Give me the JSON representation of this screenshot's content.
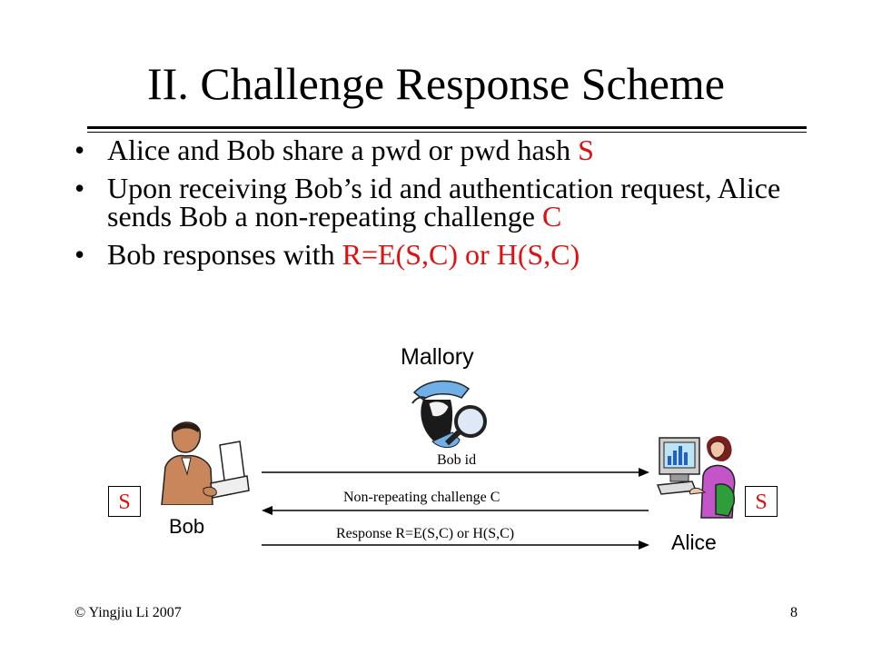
{
  "slide": {
    "title": "II. Challenge Response Scheme",
    "bullet_symbol": "•",
    "bullets": [
      {
        "plain": "Alice and Bob share a pwd or pwd hash ",
        "highlight": "S"
      },
      {
        "plain": "Upon receiving Bob’s id and authentication request, Alice sends Bob a non-repeating challenge ",
        "highlight": "C"
      },
      {
        "plain": "Bob responses with ",
        "highlight": "R=E(S,C) or H(S,C)"
      }
    ]
  },
  "diagram": {
    "mallory_label": "Mallory",
    "bob_label": "Bob",
    "alice_label": "Alice",
    "bob_secret": "S",
    "alice_secret": "S",
    "messages": {
      "bob_id": "Bob id",
      "challenge": "Non-repeating challenge C",
      "response": "Response R=E(S,C) or H(S,C)"
    },
    "icons": {
      "mallory": "detective-with-magnifier-icon",
      "bob": "businessman-at-desk-icon",
      "alice": "woman-at-computer-icon"
    }
  },
  "footer": {
    "copyright": "© Yingjiu Li 2007",
    "page_number": "8"
  },
  "colors": {
    "highlight": "#e01010",
    "text": "#000000",
    "background": "#ffffff"
  }
}
